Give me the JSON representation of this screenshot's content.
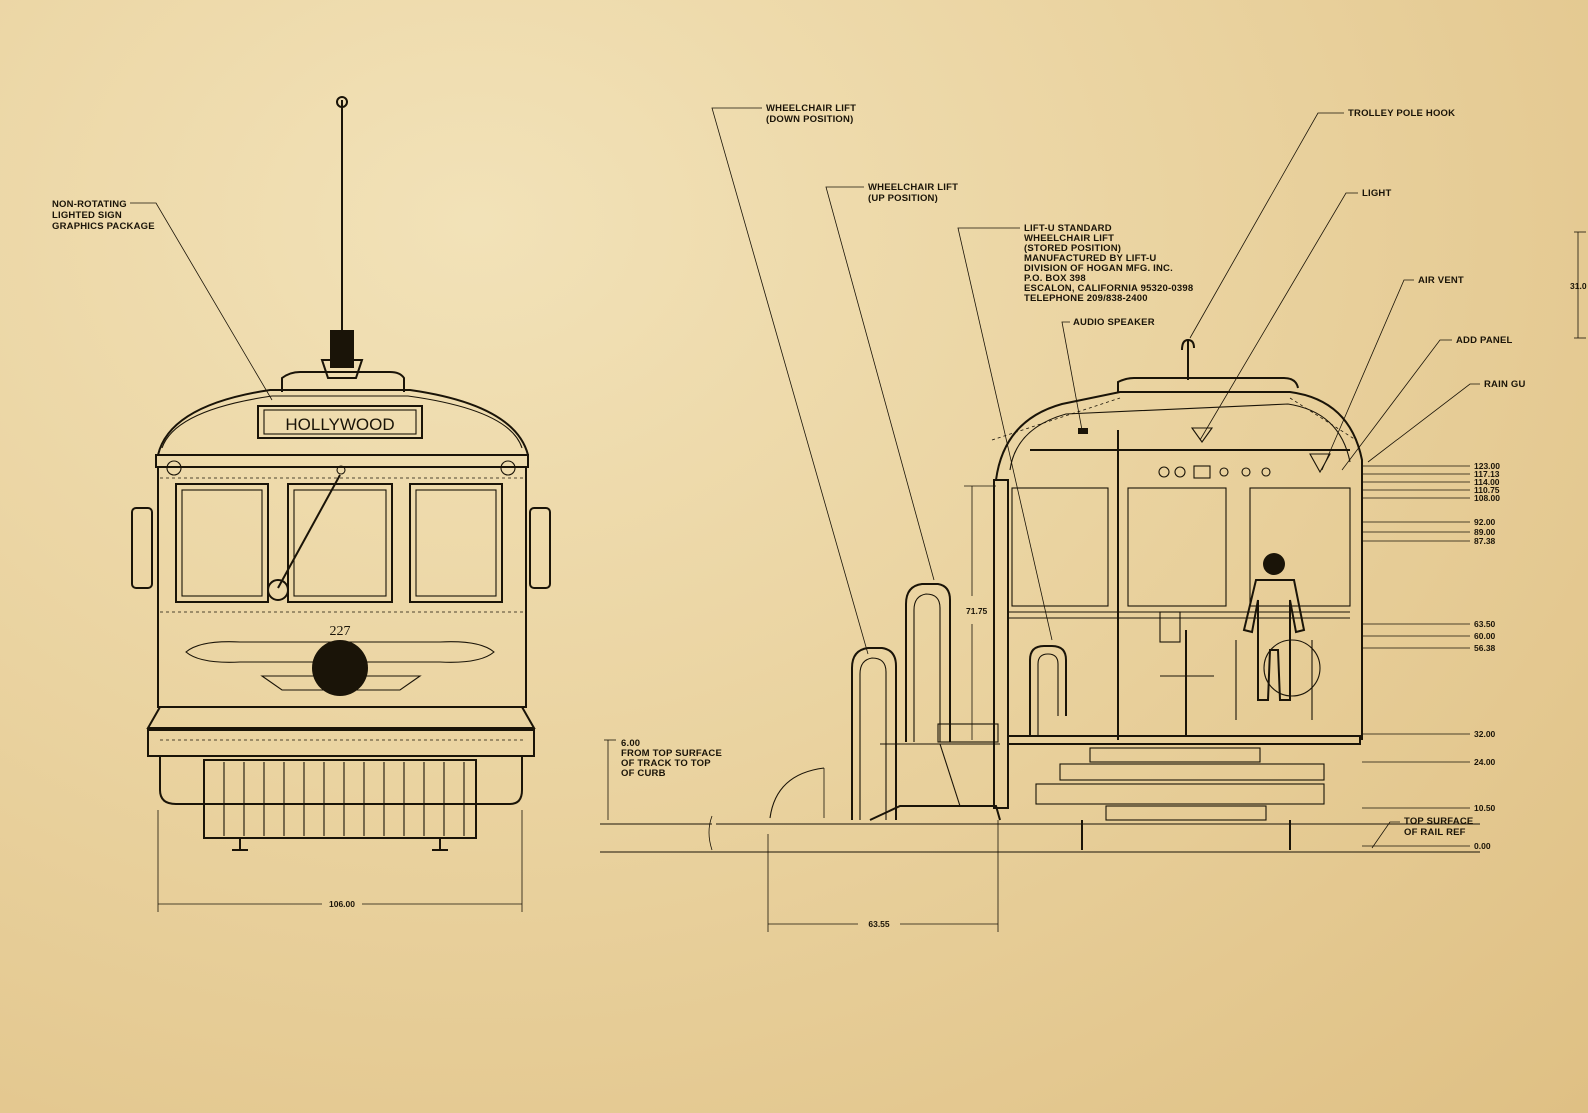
{
  "colors": {
    "paper": "#ead3a0",
    "ink": "#1a1408"
  },
  "front_view": {
    "sign_callout": [
      "NON-ROTATING",
      "LIGHTED SIGN",
      "GRAPHICS PACKAGE"
    ],
    "destination_sign": "HOLLYWOOD",
    "car_number": "227",
    "width_dimension": "106.00"
  },
  "side_view": {
    "callouts": {
      "lift_down": [
        "WHEELCHAIR LIFT",
        "(DOWN POSITION)"
      ],
      "lift_up": [
        "WHEELCHAIR LIFT",
        "(UP POSITION)"
      ],
      "lift_stored": [
        "LIFT-U STANDARD",
        "WHEELCHAIR LIFT",
        "(STORED POSITION)",
        "MANUFACTURED BY LIFT-U",
        "DIVISION OF HOGAN MFG. INC.",
        "P.O. BOX 398",
        "ESCALON, CALIFORNIA 95320-0398",
        "TELEPHONE 209/838-2400"
      ],
      "audio_speaker": "AUDIO SPEAKER",
      "trolley_pole_hook": "TROLLEY POLE HOOK",
      "light": "LIGHT",
      "air_vent": "AIR VENT",
      "ad_panel": "ADD PANEL",
      "rain_gutter": "RAIN GU",
      "curb_note": [
        "6.00",
        "FROM TOP SURFACE",
        "OF TRACK TO TOP",
        "OF CURB"
      ],
      "rail_note": [
        "TOP SURFACE",
        "OF RAIL REF"
      ]
    },
    "height_dims": [
      "123.00",
      "117.13",
      "114.00",
      "110.75",
      "108.00",
      "92.00",
      "89.00",
      "87.38",
      "63.50",
      "60.00",
      "56.38",
      "32.00",
      "24.00",
      "10.50",
      "0.00"
    ],
    "lift_height_dim": "71.75",
    "lift_reach_dim": "63.55",
    "edge_dim": "31.0"
  }
}
